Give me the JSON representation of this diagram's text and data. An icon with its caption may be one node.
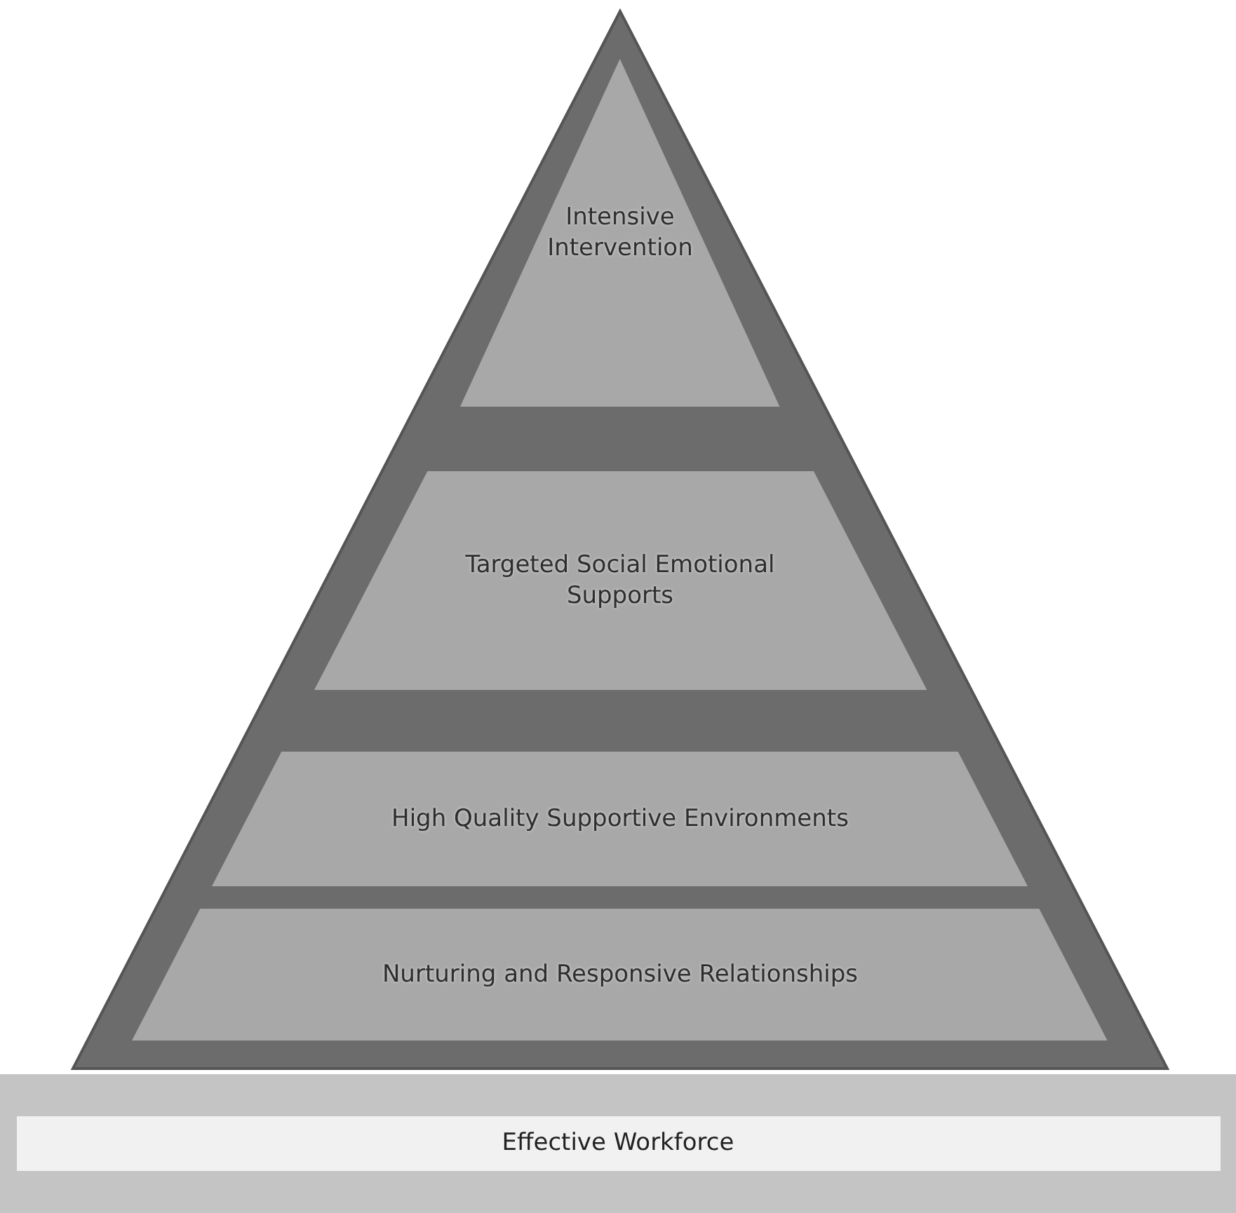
{
  "diagram": {
    "nodes": [
      {
        "text": [
          "Intensive Intervention"
        ]
      },
      {
        "text": [
          "Targeted Social Emotional Supports"
        ]
      },
      {
        "text": [
          "High Quality Supportive Environments"
        ]
      },
      {
        "text": [
          "Nurturing and Responsive Relationships"
        ]
      },
      {
        "text": [
          "Effective Workforce"
        ]
      }
    ]
  }
}
